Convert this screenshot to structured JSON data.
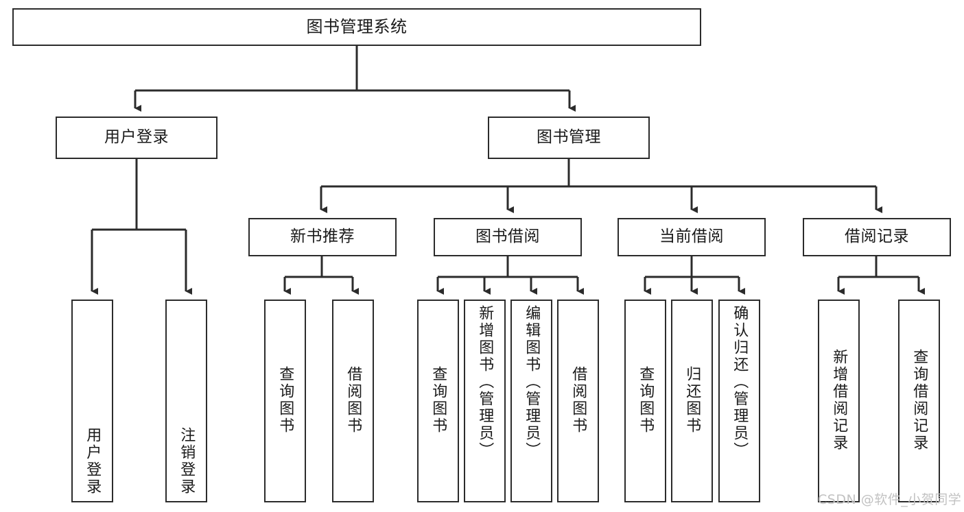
{
  "diagram": {
    "type": "tree-hierarchy",
    "title": "图书管理系统",
    "stroke_color": "#2b2b2b",
    "fill_color": "#ffffff",
    "text_color": "#1a1a1a"
  },
  "root": {
    "label": "图书管理系统"
  },
  "level2": [
    {
      "label": "用户登录"
    },
    {
      "label": "图书管理"
    }
  ],
  "level3": [
    {
      "label": "新书推荐"
    },
    {
      "label": "图书借阅"
    },
    {
      "label": "当前借阅"
    },
    {
      "label": "借阅记录"
    }
  ],
  "leaves": {
    "user_login": [
      {
        "label": "用户登录"
      },
      {
        "label": "注销登录"
      }
    ],
    "new_book": [
      {
        "label": "查询图书"
      },
      {
        "label": "借阅图书"
      }
    ],
    "borrow_book": [
      {
        "label": "查询图书"
      },
      {
        "label": "新增图书（管理员）"
      },
      {
        "label": "编辑图书（管理员）"
      },
      {
        "label": "借阅图书"
      }
    ],
    "current_borrow": [
      {
        "label": "查询图书"
      },
      {
        "label": "归还图书"
      },
      {
        "label": "确认归还（管理员）"
      }
    ],
    "borrow_record": [
      {
        "label": "新增借阅记录"
      },
      {
        "label": "查询借阅记录"
      }
    ]
  },
  "watermark": {
    "text": "CSDN @软件_小贺同学",
    "color": "#c2c2c2"
  }
}
